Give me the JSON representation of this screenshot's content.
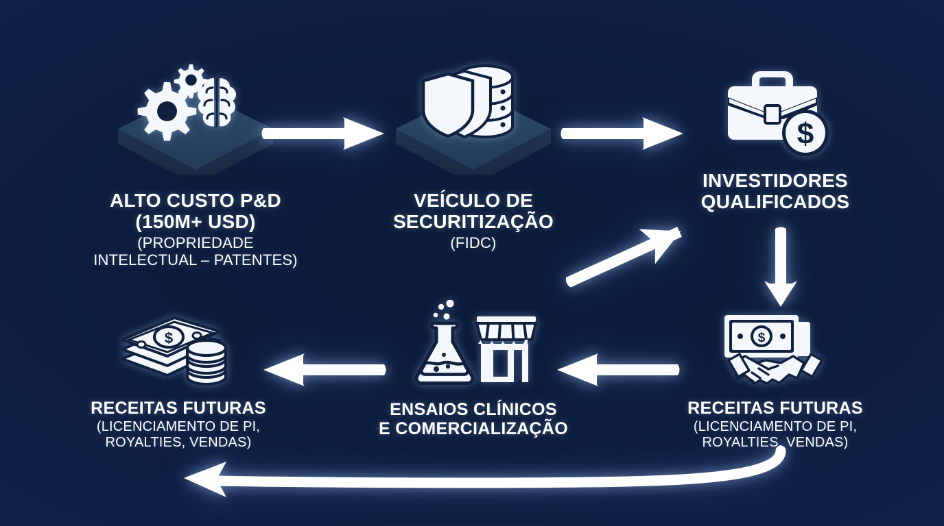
{
  "diagram": {
    "type": "flow-cycle",
    "background_color": "#0b1b38",
    "accent_color": "#ffffff",
    "platform_top_color": "#27405f",
    "platform_side_color": "#1d3050",
    "nodes": [
      {
        "id": "rd-cost",
        "title": "ALTO CUSTO P&D\n(150M+ USD)",
        "subtitle": "(PROPRIEDADE\nINTELECTUAL – PATENTES)",
        "icon": "gears-brain-platform-icon"
      },
      {
        "id": "securitization",
        "title": "VEÍCULO DE\nSECURITIZAÇÃO",
        "subtitle": "(FIDC)",
        "icon": "shield-database-platform-icon"
      },
      {
        "id": "investors",
        "title": "INVESTIDORES\nQUALIFICADOS",
        "subtitle": "",
        "icon": "briefcase-dollar-icon"
      },
      {
        "id": "revenues-right",
        "title": "RECEITAS FUTURAS",
        "subtitle": "(LICENCIAMENTO DE PI,\nROYALTIES, VENDAS)",
        "icon": "banknote-handshake-icon"
      },
      {
        "id": "trials",
        "title": "ENSAIOS CLÍNICOS\nE COMERCIALIZAÇÃO",
        "subtitle": "",
        "icon": "flask-storefront-icon"
      },
      {
        "id": "revenues-left",
        "title": "RECEITAS FUTURAS",
        "subtitle": "(LICENCIAMENTO DE PI,\nROYALTIES, VENDAS)",
        "icon": "cash-coins-icon"
      }
    ],
    "connectors": [
      {
        "id": "a1",
        "from": "rd-cost",
        "to": "securitization",
        "direction": "right",
        "shape": "straight"
      },
      {
        "id": "a2",
        "from": "securitization",
        "to": "investors",
        "direction": "right",
        "shape": "straight"
      },
      {
        "id": "a3",
        "from": "investors",
        "to": "revenues-right",
        "direction": "down",
        "shape": "straight"
      },
      {
        "id": "a4",
        "from": "securitization",
        "to": "trials",
        "direction": "down-left",
        "shape": "diagonal"
      },
      {
        "id": "a5",
        "from": "revenues-right",
        "to": "trials",
        "direction": "left",
        "shape": "straight"
      },
      {
        "id": "a6",
        "from": "trials",
        "to": "revenues-left",
        "direction": "left",
        "shape": "straight"
      },
      {
        "id": "a7",
        "from": "revenues-right",
        "to": "revenues-left",
        "direction": "left",
        "shape": "curved-feedback"
      }
    ]
  }
}
